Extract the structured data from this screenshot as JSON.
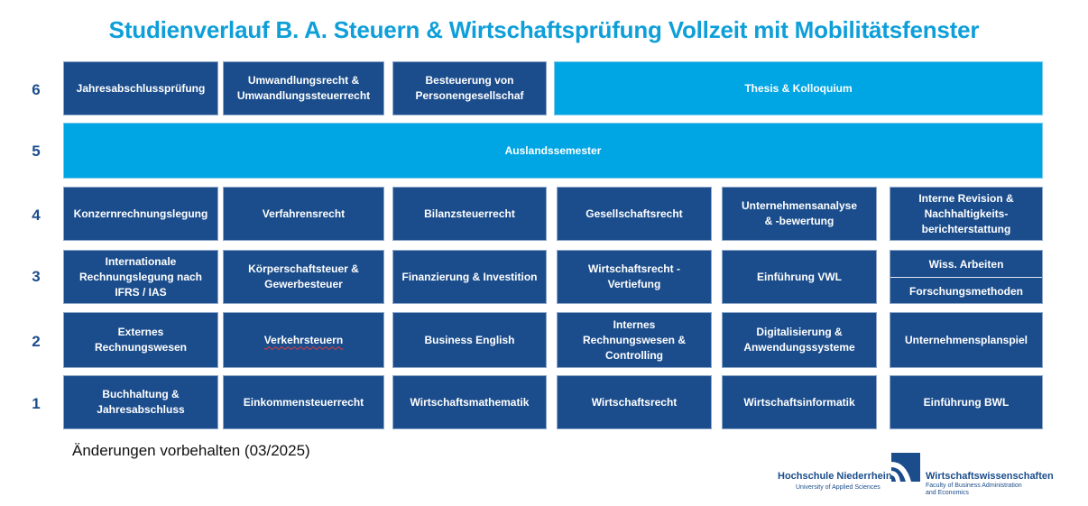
{
  "title": "Studienverlauf B. A. Steuern & Wirtschaftsprüfung Vollzeit mit Mobilitätsfenster",
  "semesters": [
    "6",
    "5",
    "4",
    "3",
    "2",
    "1"
  ],
  "row6": {
    "m1": "Jahresabschlussprüfung",
    "m2": [
      "Umwandlungsrecht &",
      "Umwandlungssteuerrecht"
    ],
    "m3": [
      "Besteuerung von",
      "Personengesellschaf"
    ],
    "thesis": "Thesis & Kolloquium"
  },
  "row5": {
    "auslands": "Auslandssemester"
  },
  "row4": {
    "m1": "Konzernrechnungslegung",
    "m2": "Verfahrensrecht",
    "m3": "Bilanzsteuerrecht",
    "m4": "Gesellschaftsrecht",
    "m5": [
      "Unternehmensanalyse",
      "& -bewertung"
    ],
    "m6": [
      "Interne Revision &",
      "Nachhaltigkeits-",
      "berichterstattung"
    ]
  },
  "row3": {
    "m1": [
      "Internationale",
      "Rechnungslegung nach",
      "IFRS / IAS"
    ],
    "m2": [
      "Körperschaftsteuer &",
      "Gewerbesteuer"
    ],
    "m3": "Finanzierung & Investition",
    "m4": [
      "Wirtschaftsrecht -",
      "Vertiefung"
    ],
    "m5": "Einführung VWL",
    "m6a": "Wiss. Arbeiten",
    "m6b": "Forschungsmethoden"
  },
  "row2": {
    "m1": [
      "Externes",
      "Rechnungswesen"
    ],
    "m2": "Verkehrsteuern",
    "m3": "Business English",
    "m4": [
      "Internes",
      "Rechnungswesen &",
      "Controlling"
    ],
    "m5": [
      "Digitalisierung &",
      "Anwendungssysteme"
    ],
    "m6": "Unternehmensplanspiel"
  },
  "row1": {
    "m1": [
      "Buchhaltung &",
      "Jahresabschluss"
    ],
    "m2": "Einkommensteuerrecht",
    "m3": "Wirtschaftsmathematik",
    "m4": "Wirtschaftsrecht",
    "m5": "Wirtschaftsinformatik",
    "m6": "Einführung BWL"
  },
  "note": "Änderungen vorbehalten (03/2025)",
  "logo": {
    "name": "Hochschule Niederrhein",
    "sub": "University of Applied Sciences",
    "faculty": "Wirtschaftswissenschaften",
    "faculty_sub": "Faculty of Business Administration and Economics"
  },
  "colors": {
    "dark": "#1b4d8c",
    "light": "#00a6e4",
    "title": "#0e9fd9"
  }
}
